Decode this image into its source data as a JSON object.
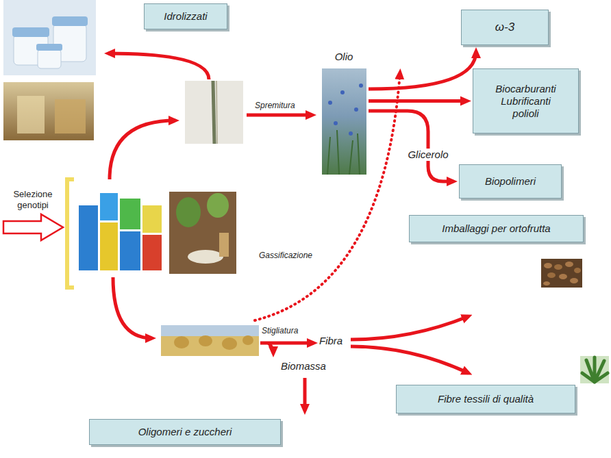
{
  "diagram": {
    "nodes": [
      {
        "text": [
          "Idrolizzati"
        ]
      },
      {
        "text": [
          "ω-3"
        ]
      },
      {
        "text": [
          "Olio"
        ]
      },
      {
        "text": [
          "Biocarburanti Lubrificanti polioli"
        ]
      },
      {
        "text": [
          "Biopolimeri"
        ]
      },
      {
        "text": [
          "Imballaggi per ortofrutta"
        ]
      },
      {
        "text": [
          "Fibre tessili di qualità"
        ]
      },
      {
        "text": [
          "Oligomeri e zuccheri"
        ]
      }
    ],
    "edges": [
      {
        "from": 2,
        "to": 1,
        "arrow": "to"
      },
      {
        "from": 2,
        "to": 3,
        "arrow": "to"
      },
      {
        "from": 2,
        "to": 4,
        "arrow": "to",
        "label": "Glicerolo"
      }
    ],
    "labels": [
      "Selezione genotipi",
      "Spremitura",
      "Gassificazione",
      "Stigliatura",
      "Fibra",
      "Biomassa"
    ]
  }
}
